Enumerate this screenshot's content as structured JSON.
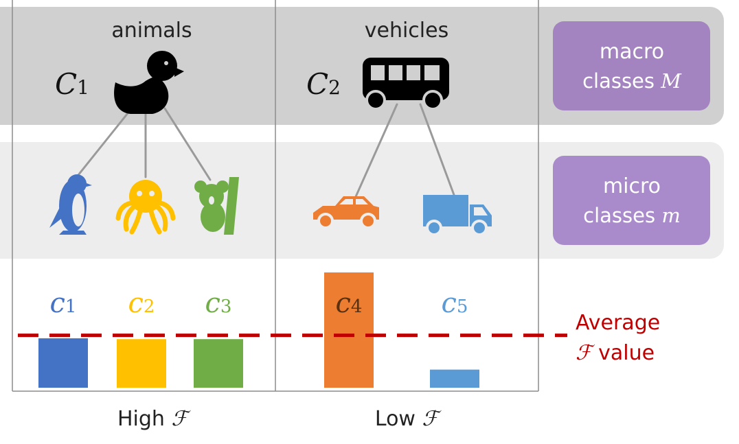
{
  "macro_groups": [
    {
      "label": "animals",
      "symbol": "C",
      "subscript": "1",
      "icon": "duck-icon"
    },
    {
      "label": "vehicles",
      "symbol": "C",
      "subscript": "2",
      "icon": "bus-icon"
    }
  ],
  "macro_legend": {
    "line1": "macro",
    "line2": "classes",
    "var": "M"
  },
  "micro_legend": {
    "line1": "micro",
    "line2": "classes",
    "var": "m"
  },
  "micro_classes": [
    {
      "symbol": "c",
      "subscript": "1",
      "icon": "penguin-icon",
      "color": "#4472C4",
      "value": 0.6
    },
    {
      "symbol": "c",
      "subscript": "2",
      "icon": "octopus-icon",
      "color": "#FFC000",
      "value": 0.59
    },
    {
      "symbol": "c",
      "subscript": "3",
      "icon": "koala-icon",
      "color": "#70AD47",
      "value": 0.59
    },
    {
      "symbol": "c",
      "subscript": "4",
      "icon": "car-icon",
      "color": "#ED7D31",
      "value": 1.4
    },
    {
      "symbol": "c",
      "subscript": "5",
      "icon": "truck-icon",
      "color": "#5B9BD5",
      "value": 0.22
    }
  ],
  "average": {
    "line1": "Average",
    "symbol": "ℱ",
    "line2": "value",
    "value": 0.62,
    "color": "#C00000"
  },
  "bottom_labels": [
    {
      "text": "High ",
      "symbol": "ℱ"
    },
    {
      "text": "Low ",
      "symbol": "ℱ"
    }
  ],
  "colors": {
    "macro_band": "#D0D0D0",
    "micro_band": "#EDEDED",
    "legend_macro": "#A383C0",
    "legend_micro": "#A98ACB",
    "edge": "#9A9A9A"
  }
}
